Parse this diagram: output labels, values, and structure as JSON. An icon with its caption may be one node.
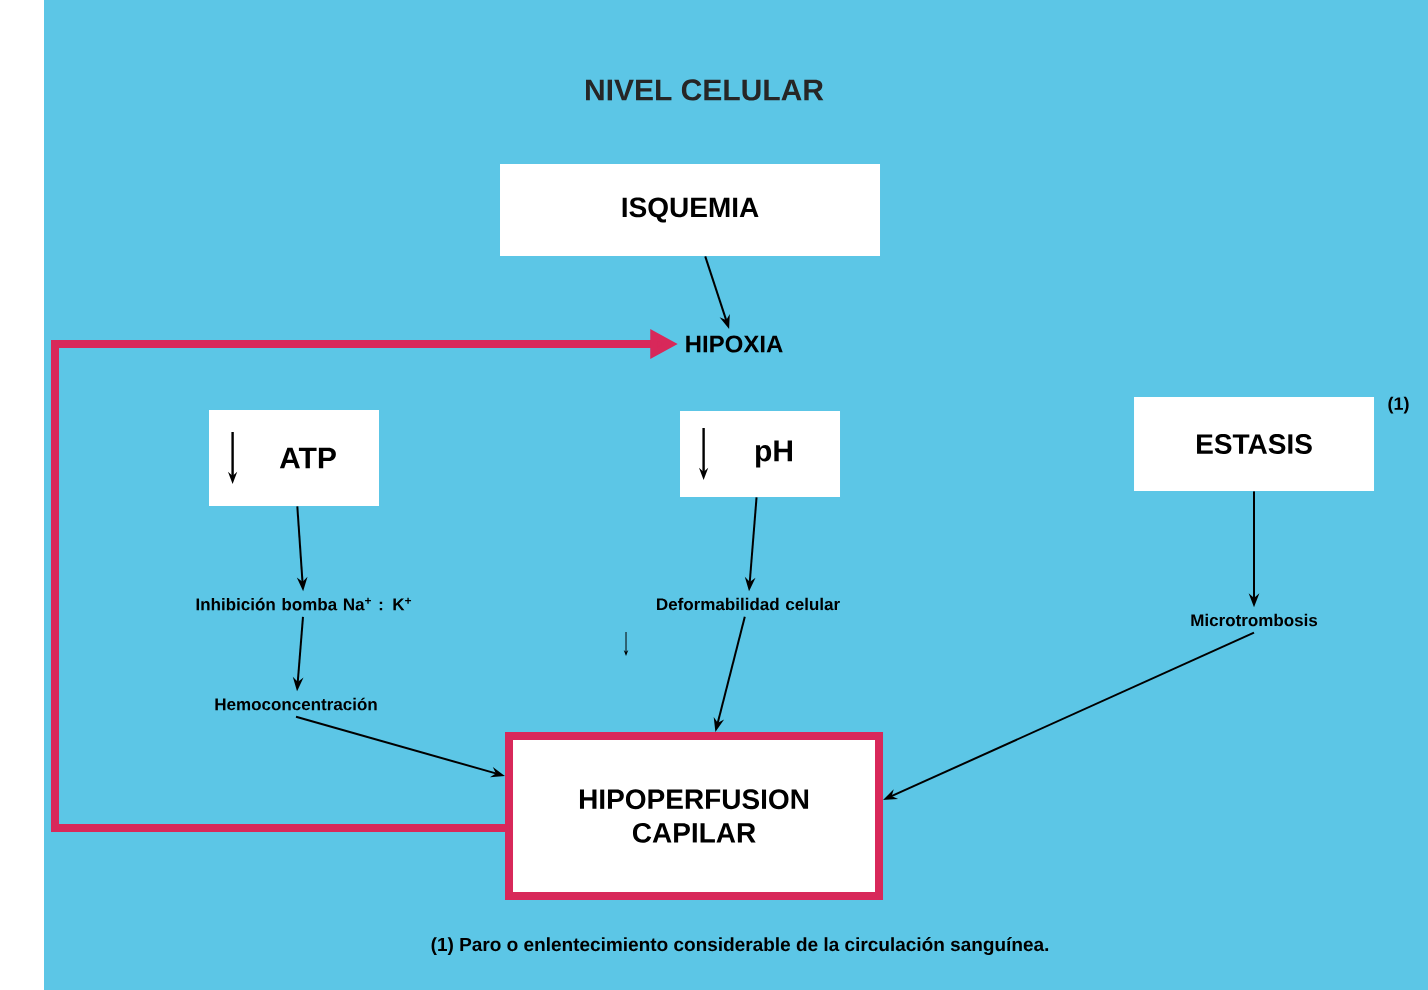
{
  "diagram": {
    "title": "NIVEL CELULAR",
    "nodes": [
      {
        "text": [
          "ISQUEMIA"
        ]
      },
      {
        "text": [
          "HIPOXIA"
        ]
      },
      {
        "text": [
          "ATP"
        ]
      },
      {
        "text": [
          "pH"
        ]
      },
      {
        "text": [
          "ESTASIS"
        ],
        "beside": [
          "(1)"
        ]
      },
      {
        "text": [
          "Inhibición bomba Na$^{+}$ : K$^{+}$"
        ]
      },
      {
        "text": [
          "Deformabilidad celular"
        ]
      },
      {
        "text": [
          "Microtrombosis"
        ]
      },
      {
        "text": [
          "Hemoconcentración"
        ]
      },
      {
        "text": [
          "HIPOPERFUSION CAPILAR"
        ]
      }
    ],
    "edges": [
      {
        "from": 0,
        "to": 1,
        "arrow": "to"
      },
      {
        "from": 2,
        "to": 5,
        "arrow": "to"
      },
      {
        "from": 5,
        "to": 8,
        "arrow": "to"
      },
      {
        "from": 8,
        "to": 9,
        "arrow": "to"
      },
      {
        "from": 3,
        "to": 6,
        "arrow": "to"
      },
      {
        "from": 6,
        "to": 9,
        "arrow": "to"
      },
      {
        "from": 4,
        "to": 7,
        "arrow": "to"
      },
      {
        "from": 7,
        "to": 9,
        "arrow": "to"
      },
      {
        "from": 9,
        "to": 1,
        "arrow": "to",
        "style": "thick",
        "color": "#d8285a"
      }
    ],
    "labels": [
      "(1) Paro o enlentecimiento considerable de la circulación sanguínea."
    ]
  }
}
